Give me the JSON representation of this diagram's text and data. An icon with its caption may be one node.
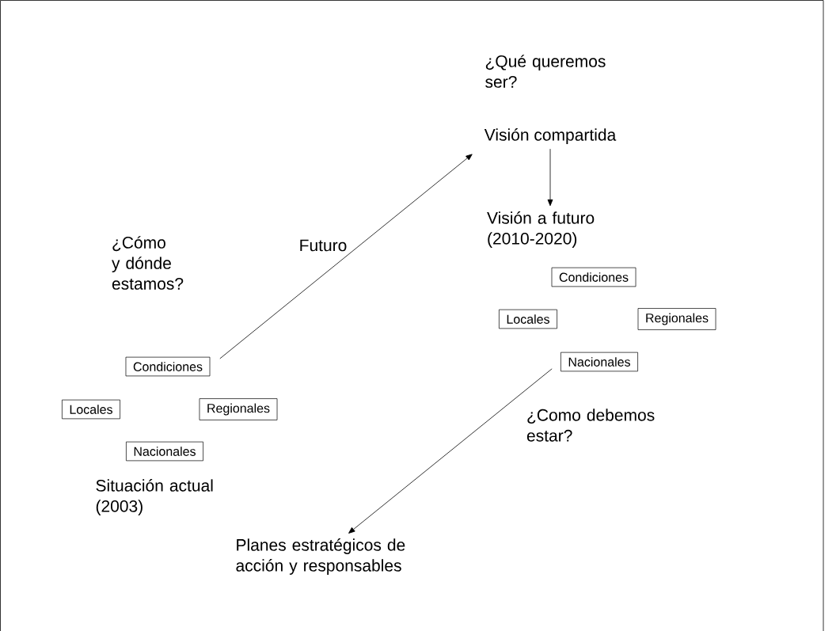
{
  "diagram": {
    "nodes": [
      {
        "text": [
          "¿Qué queremos ser?"
        ]
      },
      {
        "text": [
          "Visión compartida"
        ]
      },
      {
        "text": [
          "Visión a futuro (2010-2020)"
        ]
      },
      {
        "text": [
          "Condiciones"
        ]
      },
      {
        "text": [
          "Locales"
        ]
      },
      {
        "text": [
          "Regionales"
        ]
      },
      {
        "text": [
          "Nacionales"
        ]
      },
      {
        "text": [
          "¿Como debemos estar?"
        ]
      },
      {
        "text": [
          "¿Cómo y dónde estamos?"
        ]
      },
      {
        "text": [
          "Condiciones"
        ]
      },
      {
        "text": [
          "Locales"
        ]
      },
      {
        "text": [
          "Regionales"
        ]
      },
      {
        "text": [
          "Nacionales"
        ]
      },
      {
        "text": [
          "Situación actual (2003)"
        ]
      },
      {
        "text": [
          "Planes estratégicos de acción y responsables"
        ]
      }
    ],
    "edges": [
      {
        "from": 1,
        "to": 2,
        "arrow": "to"
      },
      {
        "from": 9,
        "to": 1,
        "arrow": "to",
        "label": "Futuro"
      },
      {
        "from": 6,
        "to": 14,
        "arrow": "to"
      }
    ]
  }
}
